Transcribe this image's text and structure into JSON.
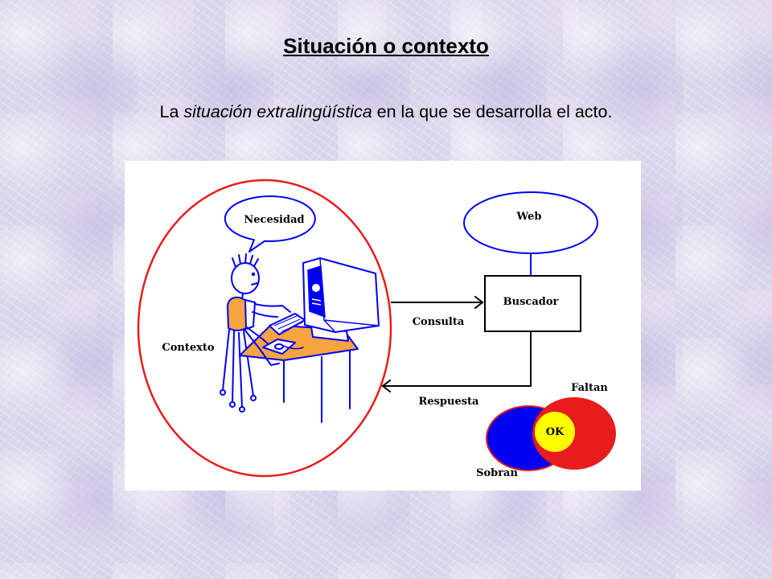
{
  "slide": {
    "title": "Situación o contexto",
    "subtitle": {
      "before": "La ",
      "emphasis": "situación extralingüística",
      "after": " en la que se desarrolla el acto."
    }
  },
  "diagram": {
    "bubble_label": "Necesidad",
    "context_label": "Contexto",
    "web_label": "Web",
    "search_engine_label": "Buscador",
    "query_label": "Consulta",
    "response_label": "Respuesta",
    "missing_label": "Faltan",
    "ok_label": "OK",
    "excess_label": "Sobran"
  },
  "colors": {
    "background": "#dcd8ec",
    "red": "#e81c1c",
    "blue": "#0000f0",
    "yellow": "#ffff00",
    "orange": "#f7a441"
  }
}
